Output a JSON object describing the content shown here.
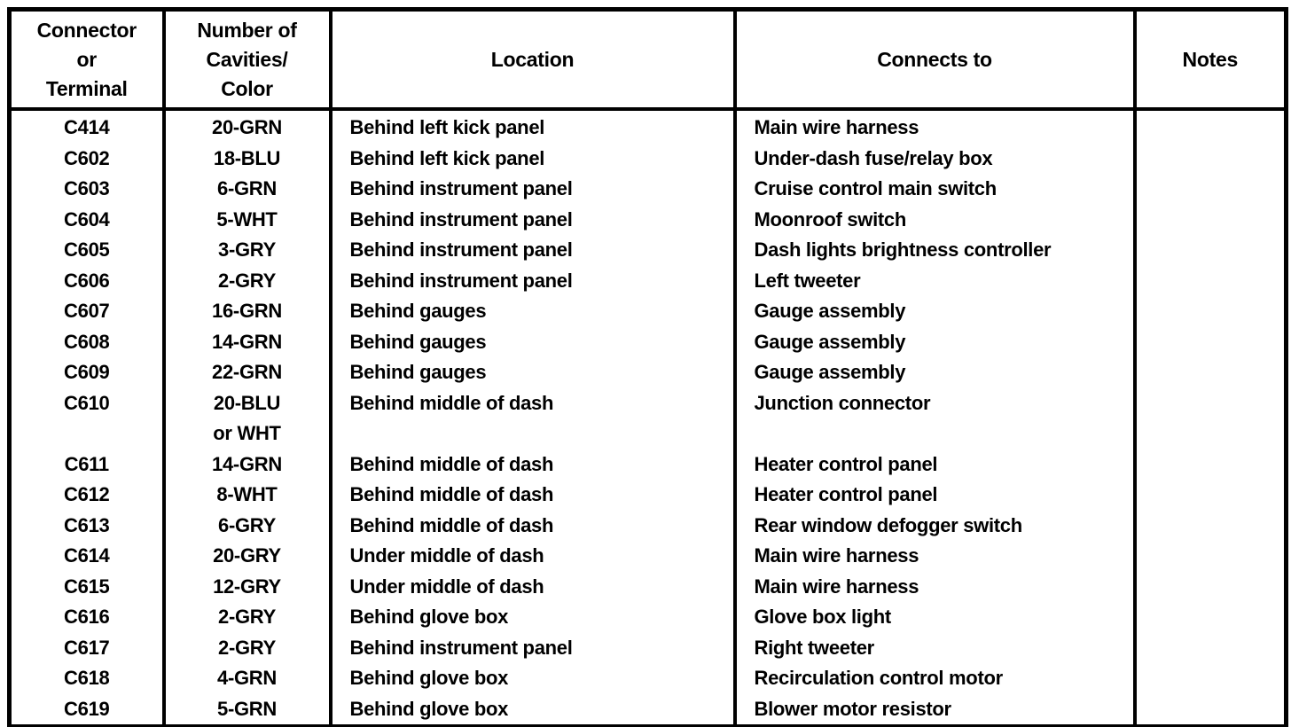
{
  "colors": {
    "background": "#ffffff",
    "text": "#000000",
    "border": "#000000"
  },
  "table": {
    "columns": [
      {
        "id": "connector",
        "label": "Connector\nor\nTerminal"
      },
      {
        "id": "cavities",
        "label": "Number of\nCavities/\nColor"
      },
      {
        "id": "location",
        "label": "Location"
      },
      {
        "id": "connects_to",
        "label": "Connects to"
      },
      {
        "id": "notes",
        "label": "Notes"
      }
    ],
    "rows": [
      {
        "connector": "C414",
        "cavities": "20-GRN",
        "location": "Behind left kick panel",
        "connects_to": "Main wire harness",
        "notes": ""
      },
      {
        "connector": "C602",
        "cavities": "18-BLU",
        "location": "Behind left kick panel",
        "connects_to": "Under-dash fuse/relay box",
        "notes": ""
      },
      {
        "connector": "C603",
        "cavities": "6-GRN",
        "location": "Behind instrument panel",
        "connects_to": "Cruise control main switch",
        "notes": ""
      },
      {
        "connector": "C604",
        "cavities": "5-WHT",
        "location": "Behind instrument panel",
        "connects_to": "Moonroof switch",
        "notes": ""
      },
      {
        "connector": "C605",
        "cavities": "3-GRY",
        "location": "Behind instrument panel",
        "connects_to": "Dash lights brightness controller",
        "notes": ""
      },
      {
        "connector": "C606",
        "cavities": "2-GRY",
        "location": "Behind instrument panel",
        "connects_to": "Left tweeter",
        "notes": ""
      },
      {
        "connector": "C607",
        "cavities": "16-GRN",
        "location": "Behind gauges",
        "connects_to": "Gauge assembly",
        "notes": ""
      },
      {
        "connector": "C608",
        "cavities": "14-GRN",
        "location": "Behind gauges",
        "connects_to": "Gauge assembly",
        "notes": ""
      },
      {
        "connector": "C609",
        "cavities": "22-GRN",
        "location": "Behind gauges",
        "connects_to": "Gauge assembly",
        "notes": ""
      },
      {
        "connector": "C610",
        "cavities": "20-BLU\nor WHT",
        "location": "Behind middle of dash",
        "connects_to": "Junction connector",
        "notes": ""
      },
      {
        "connector": "C611",
        "cavities": "14-GRN",
        "location": "Behind middle of dash",
        "connects_to": "Heater control panel",
        "notes": ""
      },
      {
        "connector": "C612",
        "cavities": "8-WHT",
        "location": "Behind middle of dash",
        "connects_to": "Heater control panel",
        "notes": ""
      },
      {
        "connector": "C613",
        "cavities": "6-GRY",
        "location": "Behind middle of dash",
        "connects_to": "Rear window defogger switch",
        "notes": ""
      },
      {
        "connector": "C614",
        "cavities": "20-GRY",
        "location": "Under middle of dash",
        "connects_to": "Main wire harness",
        "notes": ""
      },
      {
        "connector": "C615",
        "cavities": "12-GRY",
        "location": "Under middle of dash",
        "connects_to": "Main wire harness",
        "notes": ""
      },
      {
        "connector": "C616",
        "cavities": "2-GRY",
        "location": "Behind glove box",
        "connects_to": "Glove box light",
        "notes": ""
      },
      {
        "connector": "C617",
        "cavities": "2-GRY",
        "location": "Behind instrument panel",
        "connects_to": "Right tweeter",
        "notes": ""
      },
      {
        "connector": "C618",
        "cavities": "4-GRN",
        "location": "Behind glove box",
        "connects_to": "Recirculation control motor",
        "notes": ""
      },
      {
        "connector": "C619",
        "cavities": "5-GRN",
        "location": "Behind glove box",
        "connects_to": "Blower motor resistor",
        "notes": ""
      }
    ]
  }
}
